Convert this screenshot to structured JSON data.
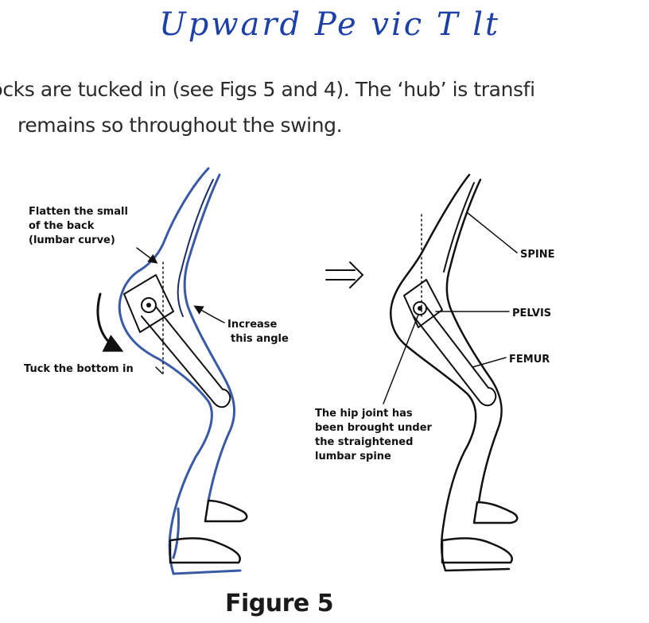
{
  "header": {
    "handwritten_title": "Upward Pe vic T lt"
  },
  "body_text": {
    "line1": "ɔcks are tucked in (see Figs 5 and 4).  The ‘hub’ is transfi",
    "line2": "remains so throughout the swing."
  },
  "left_figure": {
    "annotation_flatten": [
      "Flatten the small",
      "of the back",
      "(lumbar curve)"
    ],
    "annotation_tuck": "Tuck the bottom in",
    "annotation_angle": [
      "Increase",
      "this angle"
    ]
  },
  "right_figure": {
    "label_spine": "SPINE",
    "label_pelvis": "PELVIS",
    "label_femur": "FEMUR",
    "annotation_hip": [
      "The hip joint has",
      "been brought under",
      "the straightened",
      "lumbar spine"
    ]
  },
  "caption": "Figure 5",
  "colors": {
    "ink": "#111111",
    "pen_blue": "#1d3fa8",
    "outline_blue": "#3a5aa8"
  },
  "icons": {
    "transition_arrow": "double-shaft-right-arrow",
    "rotation_arrow": "curved-rotation-arrow"
  }
}
